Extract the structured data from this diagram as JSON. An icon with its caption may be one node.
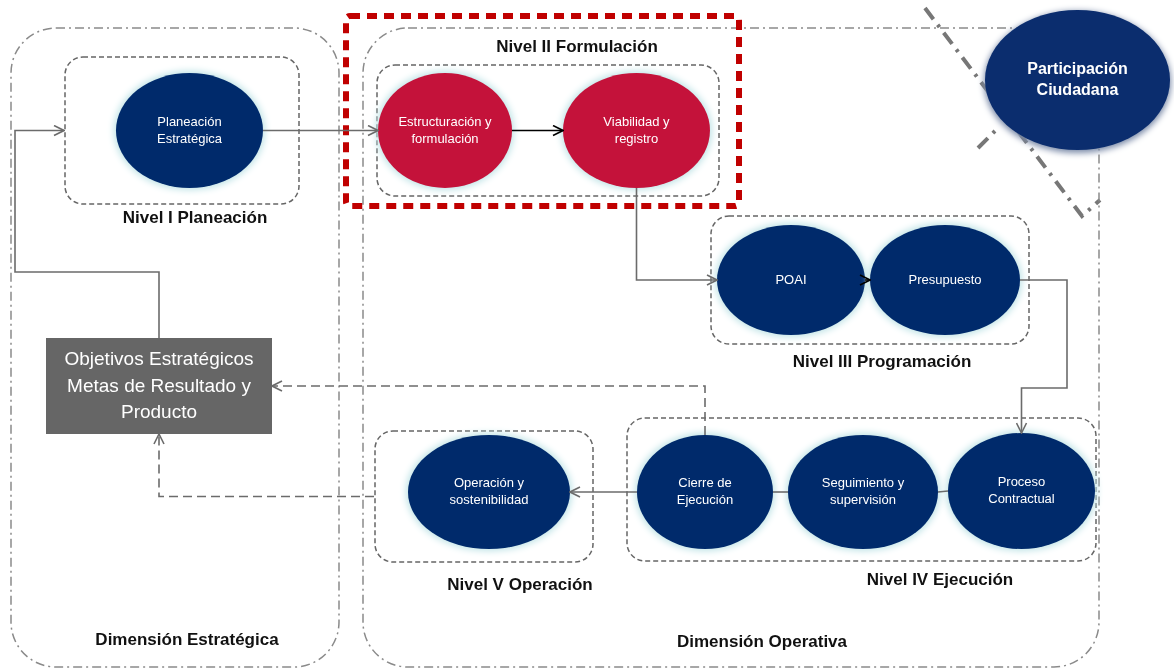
{
  "diagram": {
    "nodes": [
      {
        "text": [
          "Dimensión Estratégica"
        ]
      },
      {
        "text": [
          "Dimensión Operativa"
        ]
      },
      {
        "text": [
          "Nivel I Planeación"
        ],
        "in": 0
      },
      {
        "text": [
          "Planeación Estratégica"
        ],
        "in": 2
      },
      {
        "text": [
          "Nivel II Formulación"
        ]
      },
      {
        "text": [],
        "shape": "box",
        "in": 4
      },
      {
        "text": [
          "Estructuración y formulación"
        ],
        "in": 5
      },
      {
        "text": [
          "Viabilidad y registro"
        ],
        "in": 5
      },
      {
        "text": [
          "Nivel III Programación"
        ],
        "in": 1
      },
      {
        "text": [
          "POAI"
        ],
        "in": 8
      },
      {
        "text": [
          "Presupuesto"
        ],
        "in": 8
      },
      {
        "text": [
          "Nivel IV Ejecución"
        ],
        "in": 1
      },
      {
        "text": [
          "Cierre de Ejecución"
        ],
        "in": 11
      },
      {
        "text": [
          "Seguimiento y supervisión"
        ],
        "in": 11
      },
      {
        "text": [
          "Proceso Contractual"
        ],
        "in": 11
      },
      {
        "text": [
          "Nivel V Operación"
        ],
        "in": 1
      },
      {
        "text": [
          "Operación y sostenibilidad"
        ],
        "in": 15
      },
      {
        "text": [
          "Objetivos Estratégicos Metas de Resultado y Producto"
        ],
        "in": 0
      },
      {
        "text": [
          "Participación Ciudadana"
        ]
      }
    ],
    "edges": [
      {
        "from": 17,
        "to": 2,
        "arrow": "to"
      },
      {
        "from": 3,
        "to": 6,
        "arrow": "to"
      },
      {
        "from": 6,
        "to": 7,
        "arrow": "to",
        "color": "#000000"
      },
      {
        "from": 7,
        "to": 9,
        "arrow": "to"
      },
      {
        "from": 9,
        "to": 10,
        "arrow": "to",
        "color": "#000000"
      },
      {
        "from": 10,
        "to": 14,
        "arrow": "to"
      },
      {
        "from": 14,
        "to": 13,
        "arrow": "none"
      },
      {
        "from": 13,
        "to": 12,
        "arrow": "none"
      },
      {
        "from": 12,
        "to": 16,
        "arrow": "to"
      },
      {
        "from": 12,
        "to": 17,
        "arrow": "to",
        "style": "dashed"
      },
      {
        "from": 15,
        "to": 17,
        "arrow": "to",
        "style": "dashed"
      }
    ]
  }
}
